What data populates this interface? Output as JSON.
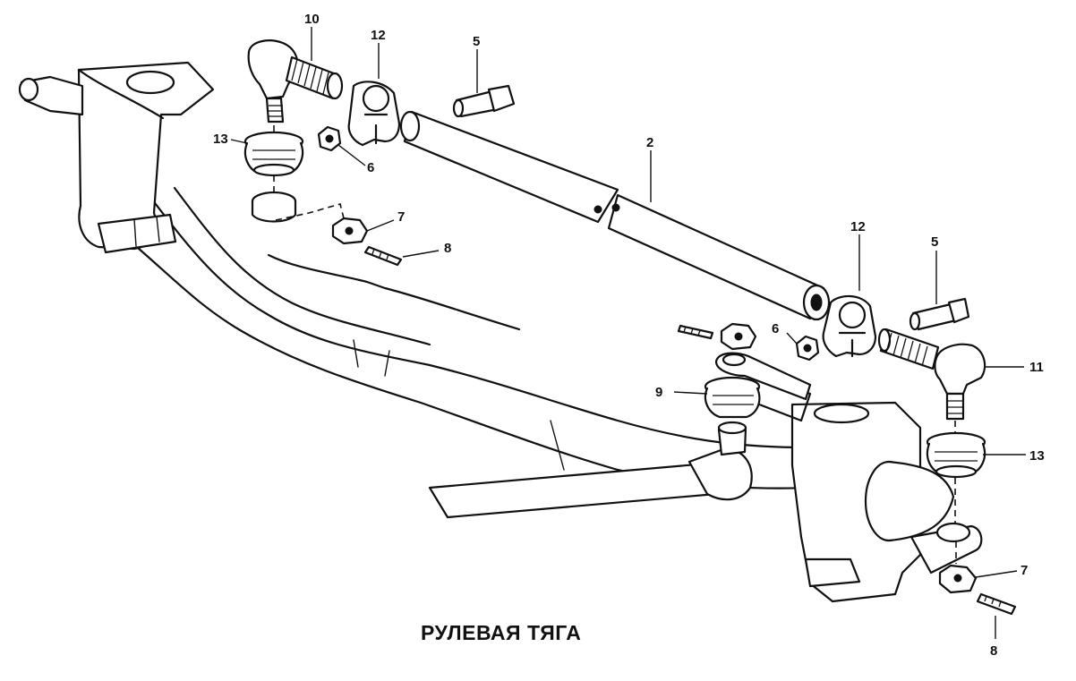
{
  "title": "РУЛЕВАЯ ТЯГА",
  "callouts": [
    "10",
    "12",
    "5",
    "13",
    "6",
    "2",
    "7",
    "8",
    "12",
    "5",
    "6",
    "11",
    "9",
    "13",
    "7",
    "8"
  ]
}
